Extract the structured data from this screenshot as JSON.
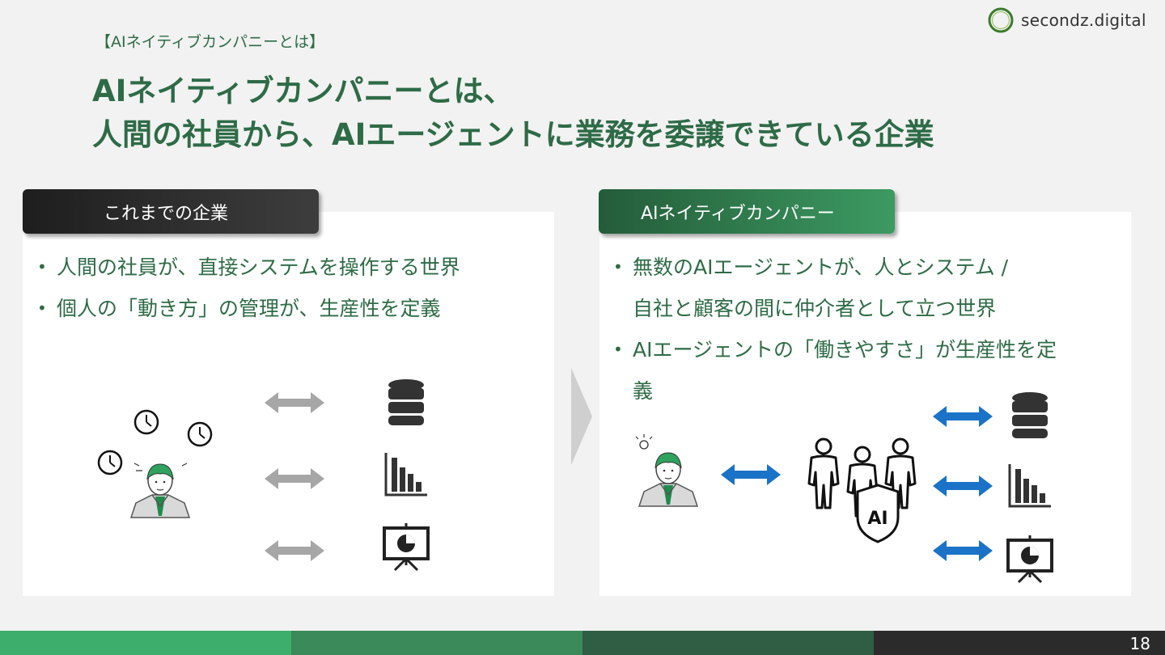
{
  "brand": {
    "name": "secondz.digital"
  },
  "header": {
    "subtitle": "【AIネイティブカンパニーとは】",
    "title_line1": "AIネイティブカンパニーとは、",
    "title_line2": "人間の社員から、AIエージェントに業務を委譲できている企業"
  },
  "left_panel": {
    "tab_label": "これまでの企業",
    "bullets": [
      "人間の社員が、直接システムを操作する世界",
      "個人の「動き方」の管理が、生産性を定義"
    ],
    "icons": [
      "worried-employee-icon",
      "clock-icon",
      "database-icon",
      "bar-chart-icon",
      "presentation-board-icon",
      "double-arrow-gray"
    ]
  },
  "right_panel": {
    "tab_label": "AIネイティブカンパニー",
    "bullets": [
      "無数のAIエージェントが、人とシステム /",
      "自社と顧客の間に仲介者として立つ世界",
      "AIエージェントの「働きやすさ」が生産性を定",
      "義"
    ],
    "icons": [
      "idea-employee-icon",
      "ai-agents-group-icon",
      "database-icon",
      "bar-chart-icon",
      "presentation-board-icon",
      "double-arrow-blue"
    ],
    "ai_badge": "AI"
  },
  "colors": {
    "title_green": "#2e6b47",
    "footer": [
      "#3dae6c",
      "#3a8a5a",
      "#2f5e44",
      "#2b2b2b"
    ],
    "arrow_gray": "#a6a6a6",
    "arrow_blue": "#1a73c6"
  },
  "footer": {
    "page_number": "18"
  }
}
